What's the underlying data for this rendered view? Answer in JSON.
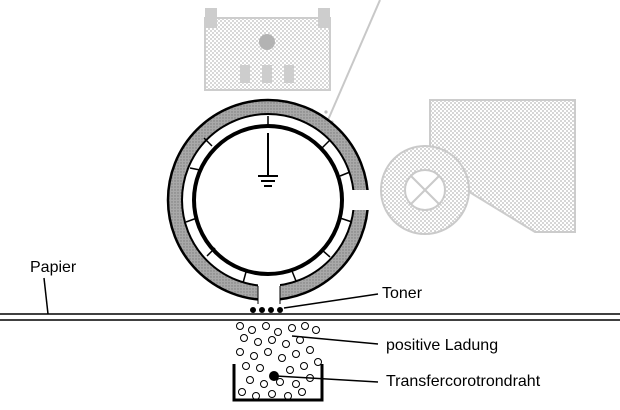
{
  "labels": {
    "paper": "Papier",
    "toner": "Toner",
    "positive_charge": "positive Ladung",
    "transfer_wire": "Transfercorotrondraht"
  },
  "colors": {
    "ink": "#000000",
    "drum_ring": "#9a9a9a",
    "faded": "#bdbdbd",
    "speckle": "#8c8c8c"
  }
}
